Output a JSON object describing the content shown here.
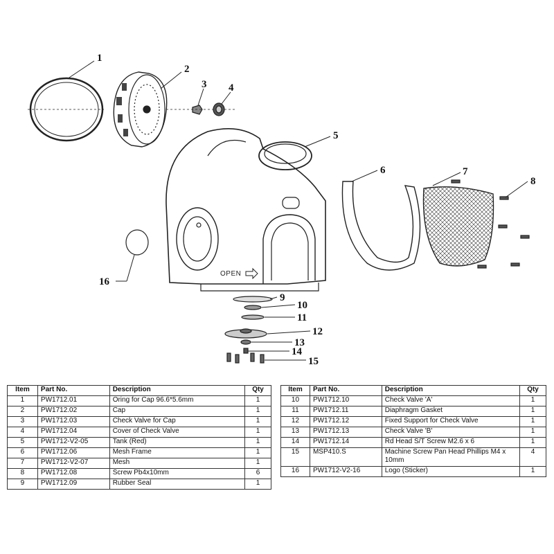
{
  "diagram": {
    "callouts": [
      "1",
      "2",
      "3",
      "4",
      "5",
      "6",
      "7",
      "8",
      "9",
      "10",
      "11",
      "12",
      "13",
      "14",
      "15",
      "16"
    ],
    "open_label": "OPEN"
  },
  "headers": {
    "item": "Item",
    "part_no": "Part No.",
    "description": "Description",
    "qty": "Qty"
  },
  "parts_left": [
    {
      "item": "1",
      "part_no": "PW1712.01",
      "description": "Oring for Cap 96.6*5.6mm",
      "qty": "1"
    },
    {
      "item": "2",
      "part_no": "PW1712.02",
      "description": "Cap",
      "qty": "1"
    },
    {
      "item": "3",
      "part_no": "PW1712.03",
      "description": "Check Valve for Cap",
      "qty": "1"
    },
    {
      "item": "4",
      "part_no": "PW1712.04",
      "description": "Cover of Check Valve",
      "qty": "1"
    },
    {
      "item": "5",
      "part_no": "PW1712-V2-05",
      "description": "Tank (Red)",
      "qty": "1"
    },
    {
      "item": "6",
      "part_no": "PW1712.06",
      "description": "Mesh Frame",
      "qty": "1"
    },
    {
      "item": "7",
      "part_no": "PW1712-V2-07",
      "description": "Mesh",
      "qty": "1"
    },
    {
      "item": "8",
      "part_no": "PW1712.08",
      "description": "Screw Pb4x10mm",
      "qty": "6"
    },
    {
      "item": "9",
      "part_no": "PW1712.09",
      "description": "Rubber Seal",
      "qty": "1"
    }
  ],
  "parts_right": [
    {
      "item": "10",
      "part_no": "PW1712.10",
      "description": "Check Valve 'A'",
      "qty": "1"
    },
    {
      "item": "11",
      "part_no": "PW1712.11",
      "description": "Diaphragm Gasket",
      "qty": "1"
    },
    {
      "item": "12",
      "part_no": "PW1712.12",
      "description": "Fixed Support for Check Valve",
      "qty": "1"
    },
    {
      "item": "13",
      "part_no": "PW1712.13",
      "description": "Check Valve 'B'",
      "qty": "1"
    },
    {
      "item": "14",
      "part_no": "PW1712.14",
      "description": "Rd Head S/T Screw M2.6 x 6",
      "qty": "1"
    },
    {
      "item": "15",
      "part_no": "MSP410.S",
      "description": "Machine Screw Pan Head Phillips M4 x 10mm",
      "qty": "4"
    },
    {
      "item": "16",
      "part_no": "PW1712-V2-16",
      "description": "Logo (Sticker)",
      "qty": "1"
    }
  ]
}
